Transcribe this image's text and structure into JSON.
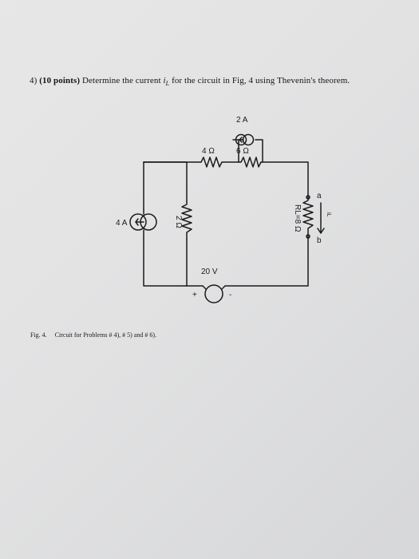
{
  "problem": {
    "number": "4)",
    "points": "(10 points)",
    "text_before": "Determine the current",
    "current_var": "i",
    "current_sub": "L",
    "text_after": "for the circuit in Fig, 4 using Thevenin's theorem."
  },
  "circuit": {
    "current_source_top": "2 A",
    "resistor_4": "4 Ω",
    "resistor_6": "6 Ω",
    "current_source_left": "4 A",
    "resistor_2": "2 Ω",
    "voltage_source": "20 V",
    "plus": "+",
    "minus": "-",
    "load_resistor": "RL=8 Ω",
    "terminal_a": "a",
    "terminal_b": "b",
    "load_current": "iL"
  },
  "caption": {
    "label": "Fig. 4.",
    "text": "Circuit for Problems # 4), # 5) and # 6)."
  }
}
